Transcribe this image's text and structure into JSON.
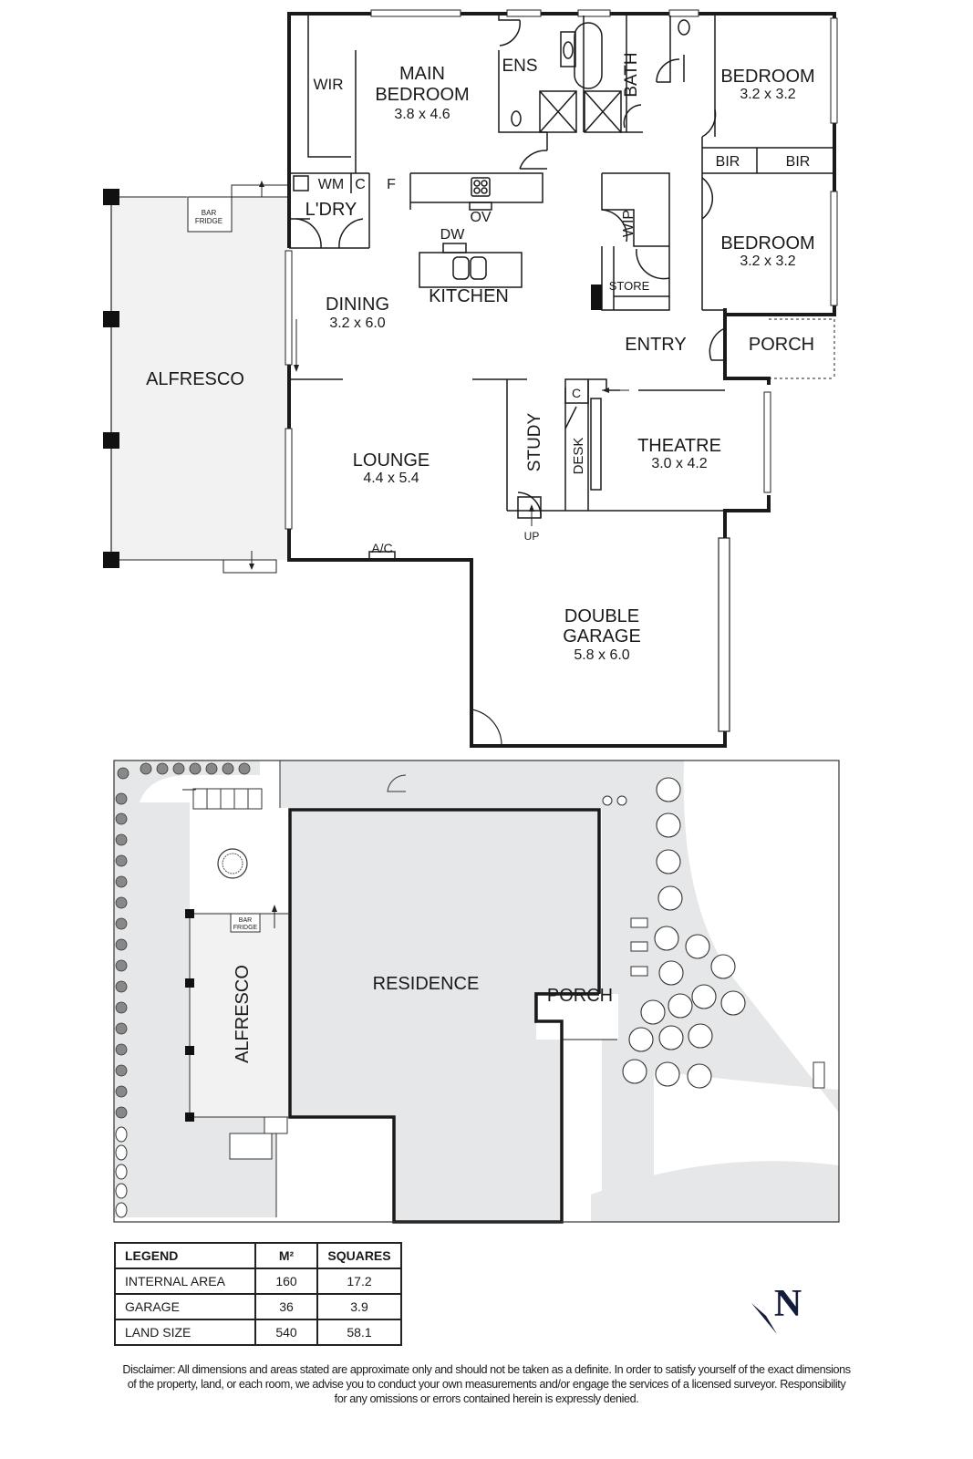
{
  "floorplan": {
    "rooms": {
      "main_bedroom": {
        "name_line1": "MAIN",
        "name_line2": "BEDROOM",
        "dims": "3.8 x 4.6"
      },
      "wir": {
        "name": "WIR"
      },
      "ens": {
        "name": "ENS"
      },
      "bath": {
        "name": "BATH"
      },
      "bedroom1": {
        "name": "BEDROOM",
        "dims": "3.2 x 3.2"
      },
      "bir1": {
        "name": "BIR"
      },
      "bir2": {
        "name": "BIR"
      },
      "bedroom2": {
        "name": "BEDROOM",
        "dims": "3.2 x 3.2"
      },
      "laundry": {
        "name": "L'DRY",
        "wm": "WM",
        "c": "C"
      },
      "fridge": {
        "name": "F"
      },
      "oven": {
        "name": "OV"
      },
      "dishwasher": {
        "name": "DW"
      },
      "kitchen": {
        "name": "KITCHEN"
      },
      "wip": {
        "name": "WIP"
      },
      "store": {
        "name": "STORE"
      },
      "bar_fridge": {
        "line1": "BAR",
        "line2": "FRIDGE"
      },
      "alfresco": {
        "name": "ALFRESCO"
      },
      "dining": {
        "name": "DINING",
        "dims": "3.2 x 6.0"
      },
      "entry": {
        "name": "ENTRY"
      },
      "porch": {
        "name": "PORCH"
      },
      "lounge": {
        "name": "LOUNGE",
        "dims": "4.4 x 5.4"
      },
      "ac": {
        "name": "A/C"
      },
      "study": {
        "name": "STUDY"
      },
      "up": {
        "name": "UP"
      },
      "desk": {
        "name": "DESK"
      },
      "cupboard": {
        "name": "C"
      },
      "theatre": {
        "name": "THEATRE",
        "dims": "3.0 x 4.2"
      },
      "garage": {
        "name_line1": "DOUBLE",
        "name_line2": "GARAGE",
        "dims": "5.8 x 6.0"
      }
    }
  },
  "siteplan": {
    "residence": "RESIDENCE",
    "porch": "PORCH",
    "alfresco": "ALFRESCO",
    "bar_fridge": {
      "line1": "BAR",
      "line2": "FRIDGE"
    }
  },
  "legend": {
    "headers": [
      "LEGEND",
      "M²",
      "SQUARES"
    ],
    "rows": [
      {
        "label": "INTERNAL AREA",
        "m2": "160",
        "squares": "17.2"
      },
      {
        "label": "GARAGE",
        "m2": "36",
        "squares": "3.9"
      },
      {
        "label": "LAND SIZE",
        "m2": "540",
        "squares": "58.1"
      }
    ]
  },
  "compass": {
    "label": "N",
    "color": "#131a3a"
  },
  "disclaimer": {
    "line1": "Disclaimer: All dimensions and areas stated are approximate only and should not be taken as a definite. In order to satisfy yourself of the exact dimensions",
    "line2": "of the property, land, or each room, we advise you to conduct your own measurements and/or engage the services of a licensed surveyor. Responsibility",
    "line3": "for any omissions or errors contained herein is expressly denied."
  },
  "colors": {
    "wall": "#1a1a1a",
    "shade": "#e6e7e8",
    "shade_light": "#f2f2f2"
  }
}
